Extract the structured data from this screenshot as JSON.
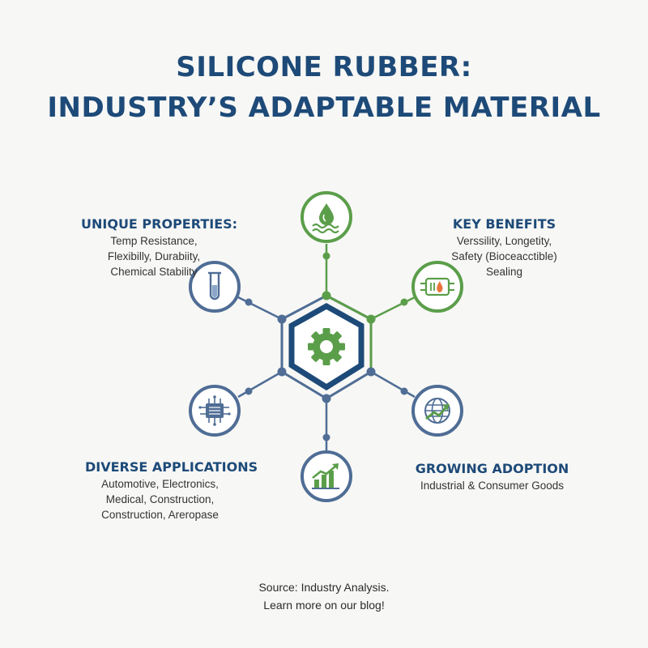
{
  "title": {
    "line1": "SILICONE RUBBER:",
    "line2": "INDUSTRY’S ADAPTABLE MATERIAL"
  },
  "colors": {
    "blue": "#1d4a78",
    "slate_blue": "#4f6d95",
    "green": "#5b9e4a",
    "background": "#f7f7f5"
  },
  "center": {
    "icon": "gear-icon"
  },
  "nodes": [
    {
      "id": "top",
      "icon": "water-drop-icon",
      "accent": "green"
    },
    {
      "id": "upper-right",
      "icon": "heating-element-icon",
      "accent": "green"
    },
    {
      "id": "lower-right",
      "icon": "globe-arrow-icon",
      "accent": "blue"
    },
    {
      "id": "bottom",
      "icon": "growth-chart-icon",
      "accent": "blue"
    },
    {
      "id": "lower-left",
      "icon": "microchip-icon",
      "accent": "blue"
    },
    {
      "id": "upper-left",
      "icon": "test-tube-icon",
      "accent": "blue"
    }
  ],
  "blocks": {
    "unique": {
      "heading": "UNIQUE PROPERTIES:",
      "lines": [
        "Temp Resistance,",
        "Flexibilly, Durabiity,",
        "Chemical Stability"
      ]
    },
    "benefits": {
      "heading": "KEY BENEFITS",
      "lines": [
        "Verssility, Longetity,",
        "Safety (Bioceacctible)",
        "Sealing"
      ]
    },
    "applications": {
      "heading": "DIVERSE APPLICATIONS",
      "lines": [
        "Automotive, Electronics,",
        "Medical, Construction,",
        "Construction, Areropase"
      ]
    },
    "adoption": {
      "heading": "GROWING ADOPTION",
      "lines": [
        "Industrial & Consumer Goods"
      ]
    }
  },
  "source": {
    "line1": "Source: Industry Analysis.",
    "line2": "Learn more on our blog!"
  }
}
